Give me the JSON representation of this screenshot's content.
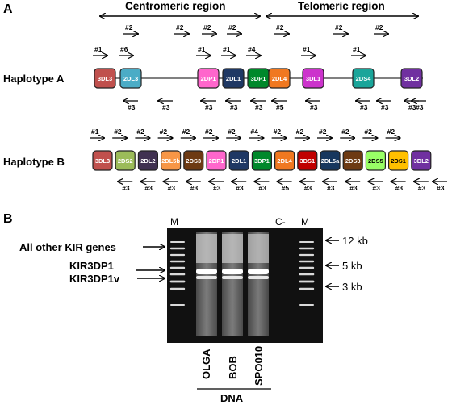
{
  "panel_a": {
    "label": "A",
    "regions": {
      "centromeric": "Centromeric region",
      "telomeric": "Telomeric region"
    },
    "haplotype_a": {
      "title": "Haplotype A",
      "genes": [
        {
          "name": "3DL3",
          "color": "#c0504d",
          "fwd": "#1",
          "rev": ""
        },
        {
          "name": "2DL3",
          "color": "#4bacc6",
          "fwd": "#6",
          "rev": "#3"
        },
        {
          "name": "2DP1",
          "color": "#ff66cc",
          "fwd": "#1",
          "rev": "#3"
        },
        {
          "name": "2DL1",
          "color": "#1f3864",
          "fwd": "#1",
          "rev": "#3"
        },
        {
          "name": "3DP1",
          "color": "#00882b",
          "fwd": "#4",
          "rev": "#3"
        },
        {
          "name": "2DL4",
          "color": "#f07820",
          "fwd": "",
          "rev": "#5"
        },
        {
          "name": "3DL1",
          "color": "#cc33cc",
          "fwd": "#1",
          "rev": "#3"
        },
        {
          "name": "2DS4",
          "color": "#1aa59a",
          "fwd": "#1",
          "rev": "#3"
        },
        {
          "name": "3DL2",
          "color": "#7030a0",
          "fwd": "",
          "rev": "#3"
        }
      ],
      "fwd_top_labels": [
        "#2",
        "#2",
        "#2",
        "#2",
        "#2",
        "#2",
        "#2"
      ],
      "rev_extra_labels": [
        "#3",
        "#3",
        "#3"
      ]
    },
    "haplotype_b": {
      "title": "Haplotype B",
      "genes": [
        {
          "name": "3DL3",
          "color": "#c0504d",
          "fwd": "#1",
          "rev": ""
        },
        {
          "name": "2DS2",
          "color": "#9bbb59",
          "fwd": "#2",
          "rev": "#3"
        },
        {
          "name": "2DL2",
          "color": "#403151",
          "fwd": "#2",
          "rev": "#3"
        },
        {
          "name": "2DL5b",
          "color": "#f79646",
          "fwd": "#2",
          "rev": "#3"
        },
        {
          "name": "2DS3",
          "color": "#6d3a13",
          "fwd": "#2",
          "rev": "#3"
        },
        {
          "name": "2DP1",
          "color": "#ff66cc",
          "fwd": "#2",
          "rev": "#3"
        },
        {
          "name": "2DL1",
          "color": "#1f3864",
          "fwd": "#2",
          "rev": "#3"
        },
        {
          "name": "3DP1",
          "color": "#00882b",
          "fwd": "#4",
          "rev": "#3"
        },
        {
          "name": "2DL4",
          "color": "#f07820",
          "fwd": "#2",
          "rev": "#5"
        },
        {
          "name": "3DS1",
          "color": "#c00000",
          "fwd": "#2",
          "rev": "#3"
        },
        {
          "name": "2DL5a",
          "color": "#17375e",
          "fwd": "#2",
          "rev": "#3"
        },
        {
          "name": "2DS3",
          "color": "#6d3a13",
          "fwd": "#2",
          "rev": "#3"
        },
        {
          "name": "2DS5",
          "color": "#99ff66",
          "fwd": "#2",
          "rev": "#3"
        },
        {
          "name": "2DS1",
          "color": "#ffc000",
          "fwd": "#2",
          "rev": "#3"
        },
        {
          "name": "3DL2",
          "color": "#7030a0",
          "fwd": "",
          "rev": "#3"
        }
      ],
      "trailing_rev": "#3"
    }
  },
  "panel_b": {
    "label": "B",
    "lane_labels": {
      "marker_left": "M",
      "control": "C-",
      "marker_right": "M"
    },
    "band_labels": {
      "all_other": "All other KIR genes",
      "kir3dp1": "KIR3DP1",
      "kir3dp1v": "KIR3DP1v"
    },
    "size_labels": [
      "12 kb",
      "5 kb",
      "3 kb"
    ],
    "samples": [
      "OLGA",
      "BOB",
      "SPO010"
    ],
    "sample_group": "DNA"
  }
}
